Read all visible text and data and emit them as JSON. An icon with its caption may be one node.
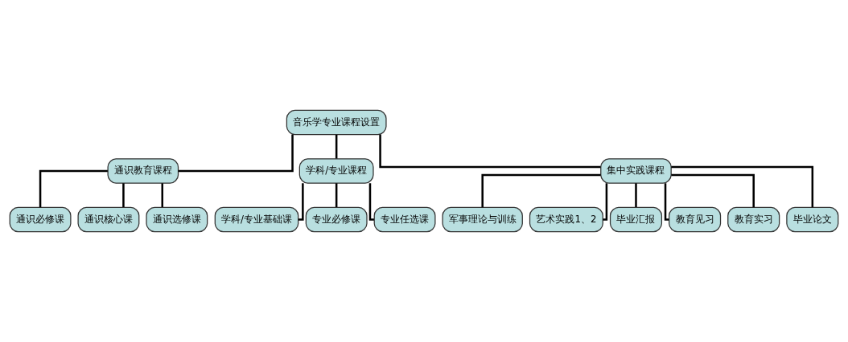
{
  "diagram": {
    "nodes": [
      {
        "text": [
          "音乐学专业课程设置"
        ]
      },
      {
        "text": [
          "通识教育课程"
        ]
      },
      {
        "text": [
          "学科/专业课程"
        ]
      },
      {
        "text": [
          "集中实践课程"
        ]
      },
      {
        "text": [
          "通识必修课"
        ]
      },
      {
        "text": [
          "通识核心课"
        ]
      },
      {
        "text": [
          "通识选修课"
        ]
      },
      {
        "text": [
          "学科/专业基础课"
        ]
      },
      {
        "text": [
          "专业必修课"
        ]
      },
      {
        "text": [
          "专业任选课"
        ]
      },
      {
        "text": [
          "军事理论与训练"
        ]
      },
      {
        "text": [
          "艺术实践1、2"
        ]
      },
      {
        "text": [
          "毕业汇报"
        ]
      },
      {
        "text": [
          "教育见习"
        ]
      },
      {
        "text": [
          "教育实习"
        ]
      },
      {
        "text": [
          "毕业论文"
        ]
      }
    ],
    "edges": [
      {
        "from": 0,
        "to": 1,
        "arrow": "none"
      },
      {
        "from": 0,
        "to": 2,
        "arrow": "none"
      },
      {
        "from": 0,
        "to": 3,
        "arrow": "none"
      },
      {
        "from": 1,
        "to": 4,
        "arrow": "none"
      },
      {
        "from": 1,
        "to": 5,
        "arrow": "none"
      },
      {
        "from": 1,
        "to": 6,
        "arrow": "none"
      },
      {
        "from": 2,
        "to": 7,
        "arrow": "none"
      },
      {
        "from": 2,
        "to": 8,
        "arrow": "none"
      },
      {
        "from": 2,
        "to": 9,
        "arrow": "none"
      },
      {
        "from": 3,
        "to": 10,
        "arrow": "none"
      },
      {
        "from": 3,
        "to": 11,
        "arrow": "none"
      },
      {
        "from": 3,
        "to": 12,
        "arrow": "none"
      },
      {
        "from": 3,
        "to": 13,
        "arrow": "none"
      },
      {
        "from": 3,
        "to": 14,
        "arrow": "none"
      },
      {
        "from": 3,
        "to": 15,
        "arrow": "none"
      }
    ]
  }
}
